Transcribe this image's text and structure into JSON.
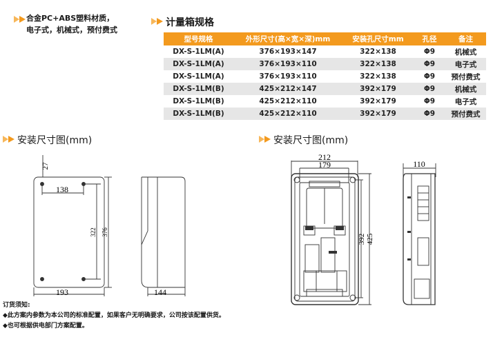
{
  "intro": {
    "line1": "合金PC+ABS塑料材质，",
    "line2": "电子式，机械式，预付费式"
  },
  "spec_section_title": "计量箱规格",
  "spec_table": {
    "headers": [
      "型号规格",
      "外形尺寸(高×宽×深)mm",
      "安装孔尺寸mm",
      "孔径",
      "备注"
    ],
    "rows": [
      [
        "DX-S-1LM(A)",
        "376×193×147",
        "322×138",
        "Φ9",
        "机械式"
      ],
      [
        "DX-S-1LM(A)",
        "376×193×110",
        "322×138",
        "Φ9",
        "电子式"
      ],
      [
        "DX-S-1LM(A)",
        "376×193×110",
        "322×138",
        "Φ9",
        "预付费式"
      ],
      [
        "DX-S-1LM(B)",
        "425×212×147",
        "392×179",
        "Φ9",
        "机械式"
      ],
      [
        "DX-S-1LM(B)",
        "425×212×110",
        "392×179",
        "Φ9",
        "电子式"
      ],
      [
        "DX-S-1LM(B)",
        "425×212×110",
        "392×179",
        "Φ9",
        "预付费式"
      ]
    ],
    "header_color": "#f39a1e",
    "stripe_color": "#e6e6e6"
  },
  "left_drawing": {
    "title": "安装尺寸图(mm)",
    "dims": {
      "top_offset": "27",
      "hole_width": "138",
      "hole_height": "322",
      "height": "376",
      "width": "193",
      "depth": "144"
    }
  },
  "right_drawing": {
    "title": "安装尺寸图(mm)",
    "dims": {
      "outer_width": "212",
      "hole_width": "179",
      "hole_height": "392",
      "height": "425",
      "depth": "110"
    }
  },
  "notes": {
    "title": "订货须知:",
    "line1": "◆此方案内参数为本公司的标准配置，如果客户无明确要求，公司按该配置供货。",
    "line2": "◆也可根据供电部门方案配置。"
  },
  "accent_color": "#f39a1e"
}
